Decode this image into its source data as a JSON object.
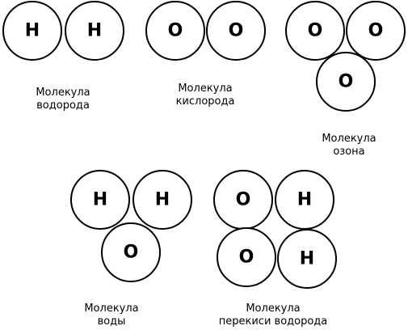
{
  "colors": {
    "stroke": "#000000",
    "fill": "#ffffff",
    "text": "#000000"
  },
  "molecules": [
    {
      "caption": [
        "Молекула",
        "водорода"
      ],
      "atoms": [
        "H",
        "H"
      ]
    },
    {
      "caption": [
        "Молекула",
        "кислорода"
      ],
      "atoms": [
        "O",
        "O"
      ]
    },
    {
      "caption": [
        "Молекула",
        "озона"
      ],
      "atoms": [
        "O",
        "O",
        "O"
      ]
    },
    {
      "caption": [
        "Молекула",
        "воды"
      ],
      "atoms": [
        "H",
        "H",
        "O"
      ]
    },
    {
      "caption": [
        "Молекула",
        "перекиси водорода"
      ],
      "atoms": [
        "O",
        "H",
        "O",
        "H"
      ]
    }
  ]
}
